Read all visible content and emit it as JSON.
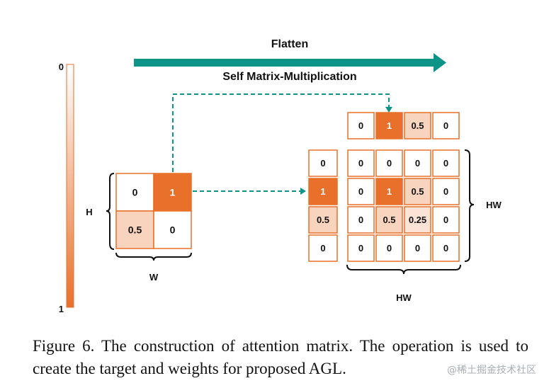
{
  "colors": {
    "teal": "#0d9488",
    "orange_full": "#e8702a",
    "orange_half": "#f8d3bd",
    "orange_quarter": "#fbe4d6",
    "cell_border": "#e8702a",
    "bracket": "#111111"
  },
  "flatten_label": "Flatten",
  "multiplication_label": "Self Matrix-Multiplication",
  "colorbar": {
    "top_label": "0",
    "bottom_label": "1"
  },
  "input_matrix": {
    "height_label": "H",
    "width_label": "W",
    "values": [
      [
        "0",
        "1"
      ],
      [
        "0.5",
        "0"
      ]
    ],
    "intensity": [
      [
        0,
        1
      ],
      [
        0.5,
        0
      ]
    ]
  },
  "row_vector": {
    "values": [
      "0",
      "1",
      "0.5",
      "0"
    ],
    "intensity": [
      0,
      1,
      0.5,
      0
    ]
  },
  "column_vector": {
    "values": [
      "0",
      "1",
      "0.5",
      "0"
    ],
    "intensity": [
      0,
      1,
      0.5,
      0
    ]
  },
  "result_matrix": {
    "right_label": "HW",
    "bottom_label": "HW",
    "values": [
      [
        "0",
        "0",
        "0",
        "0"
      ],
      [
        "0",
        "1",
        "0.5",
        "0"
      ],
      [
        "0",
        "0.5",
        "0.25",
        "0"
      ],
      [
        "0",
        "0",
        "0",
        "0"
      ]
    ],
    "intensity": [
      [
        0,
        0,
        0,
        0
      ],
      [
        0,
        1,
        0.5,
        0
      ],
      [
        0,
        0.5,
        0.25,
        0
      ],
      [
        0,
        0,
        0,
        0
      ]
    ]
  },
  "caption": "Figure 6.  The construction of attention matrix.  The operation is used to create the target and weights for proposed AGL.",
  "watermark": "@稀土掘金技术社区"
}
